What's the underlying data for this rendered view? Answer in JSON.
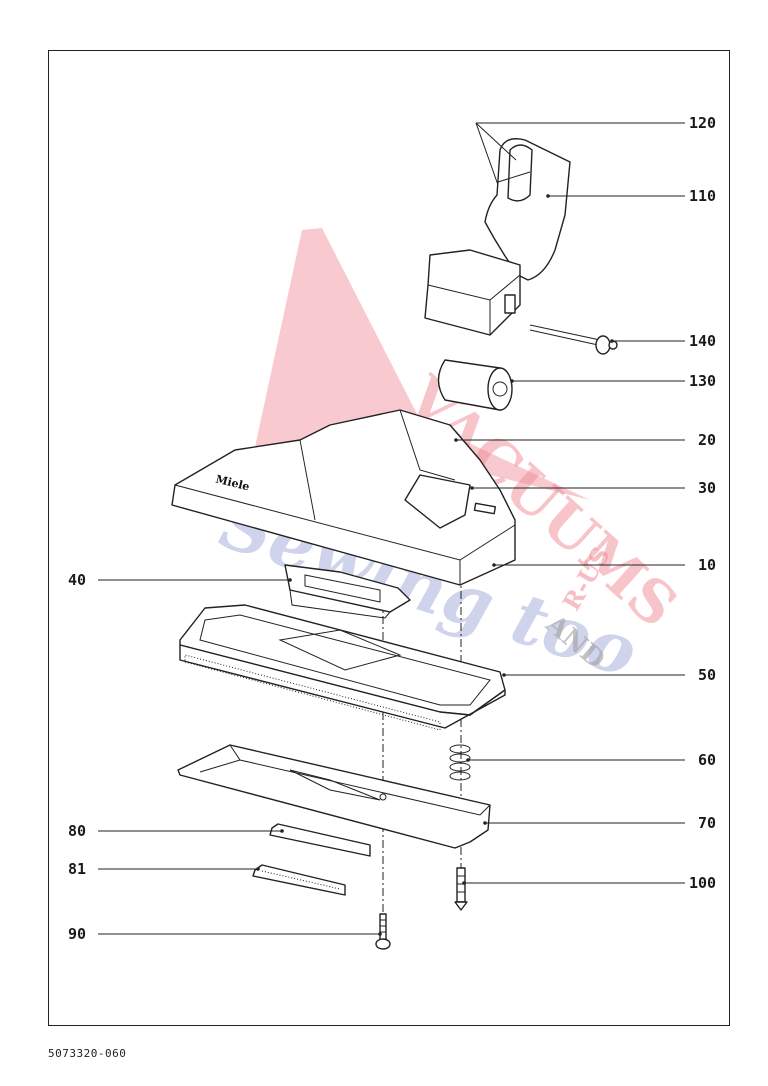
{
  "document": {
    "number": "5073320-060",
    "brand_mark": "Miele"
  },
  "watermark": {
    "line1": "VACUUMS",
    "line2": "Sewing too",
    "ribbon1": "R-US",
    "ribbon2": "AND",
    "color_red": "#f08a94",
    "color_blue": "#b7bde2",
    "color_gray": "#a9a9a9"
  },
  "callouts": [
    "120",
    "110",
    "140",
    "130",
    "20",
    "30",
    "10",
    "40",
    "50",
    "60",
    "70",
    "80",
    "81",
    "100",
    "90"
  ]
}
